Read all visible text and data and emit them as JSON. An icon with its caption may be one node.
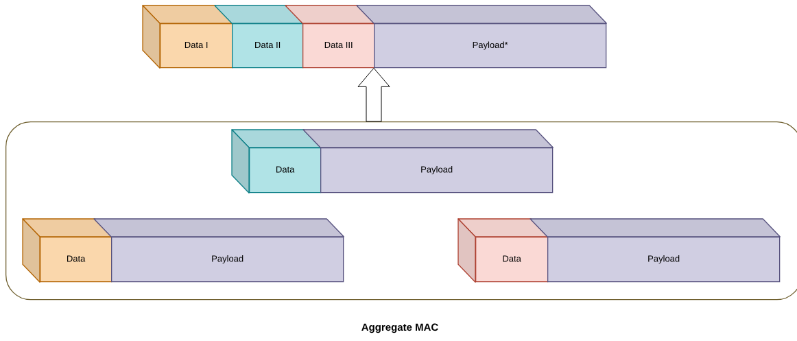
{
  "diagram": {
    "nodes": [
      {
        "text": [
          "Data I"
        ]
      },
      {
        "text": [
          "Data II"
        ]
      },
      {
        "text": [
          "Data III"
        ]
      },
      {
        "text": [
          "Payload*"
        ]
      },
      {
        "text": [],
        "shape": "box",
        "beside": [
          "Aggregate MAC"
        ]
      },
      {
        "text": [
          "Data"
        ],
        "in": 4
      },
      {
        "text": [
          "Payload"
        ],
        "in": 4
      },
      {
        "text": [
          "Data"
        ],
        "in": 4
      },
      {
        "text": [
          "Payload"
        ],
        "in": 4
      },
      {
        "text": [
          "Data"
        ],
        "in": 4
      },
      {
        "text": [
          "Payload"
        ],
        "in": 4
      }
    ],
    "edges": [
      {
        "from": 4,
        "to": 3,
        "arrow": "to"
      }
    ]
  }
}
